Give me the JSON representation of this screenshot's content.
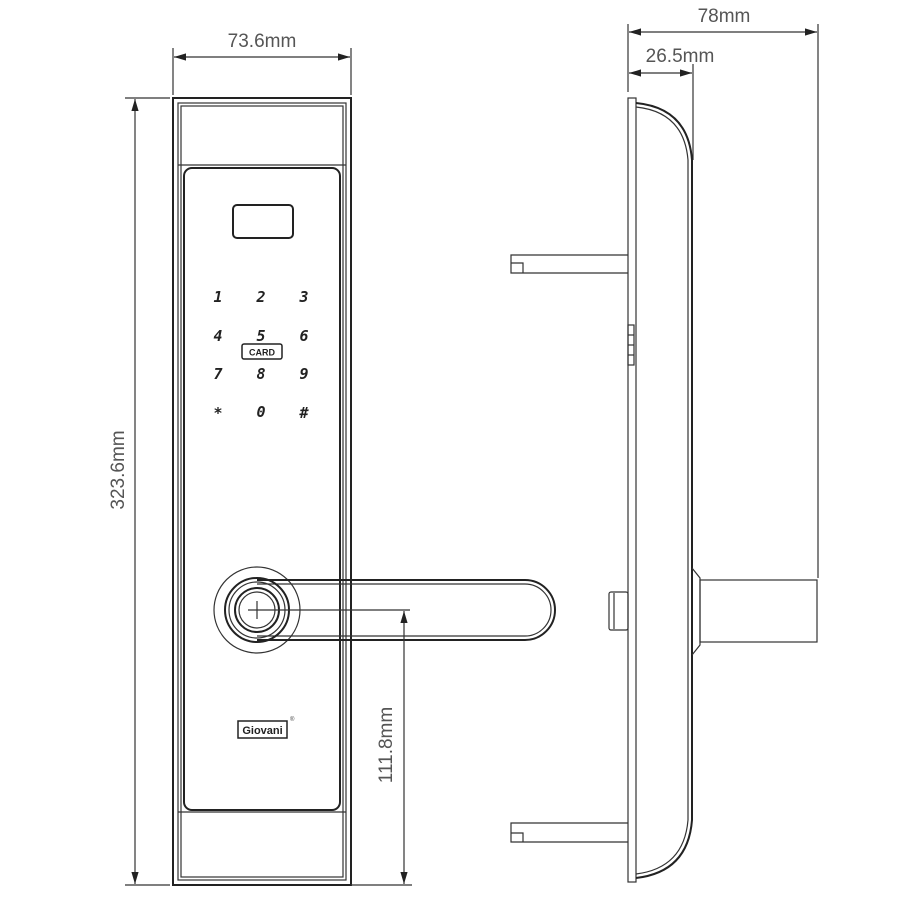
{
  "dimensions": {
    "front_width": "73.6mm",
    "front_height": "323.6mm",
    "handle_height": "111.8mm",
    "side_depth_total": "78mm",
    "side_depth_body": "26.5mm"
  },
  "keypad": {
    "keys": [
      "1",
      "2",
      "3",
      "4",
      "5",
      "6",
      "7",
      "8",
      "9",
      "*",
      "0",
      "#"
    ],
    "card_label": "CARD"
  },
  "brand": {
    "logo": "Giovani",
    "registered": "®"
  }
}
